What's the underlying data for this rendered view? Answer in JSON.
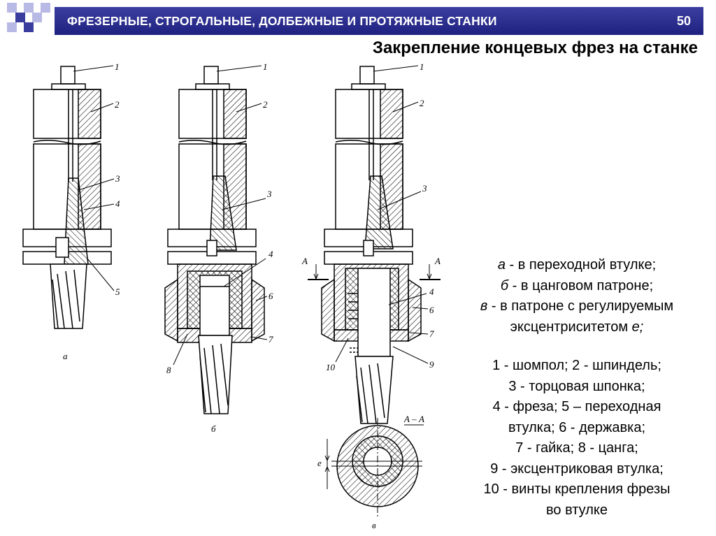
{
  "header": {
    "title": "ФРЕЗЕРНЫЕ, СТРОГАЛЬНЫЕ, ДОЛБЕЖНЫЕ И ПРОТЯЖНЫЕ СТАНКИ",
    "page_number": "50",
    "accent_color": "#2b2d8f"
  },
  "subtitle": "Закрепление концевых фрез на станке",
  "legend": {
    "variants": [
      {
        "letter": "а",
        "text": " - в переходной втулке;"
      },
      {
        "letter": "б",
        "text": " - в цанговом патроне;"
      },
      {
        "letter": "в",
        "text": " - в патроне с регулируемым"
      }
    ],
    "variant_cont": "эксцентриситетом ",
    "variant_cont_e": "е;",
    "parts": [
      "1 - шомпол; 2 - шпиндель;",
      "3 - торцовая шпонка;",
      "4 - фреза; 5 – переходная",
      "втулка; 6 - державка;",
      "7 - гайка; 8 - цанга;",
      "9 - эксцентриковая втулка;",
      "10 - винты крепления фрезы",
      "во втулке"
    ]
  },
  "diagram_labels": {
    "a": {
      "callouts": [
        "1",
        "2",
        "3",
        "4",
        "5"
      ],
      "caption": "а"
    },
    "b": {
      "callouts": [
        "1",
        "2",
        "3",
        "4",
        "6",
        "7",
        "8"
      ],
      "caption": "б"
    },
    "v": {
      "callouts": [
        "1",
        "2",
        "3",
        "4",
        "6",
        "7",
        "9",
        "10"
      ],
      "caption": "в",
      "section_marks": [
        "А",
        "А"
      ],
      "section_title": "А – А",
      "eccentricity": "е"
    }
  }
}
